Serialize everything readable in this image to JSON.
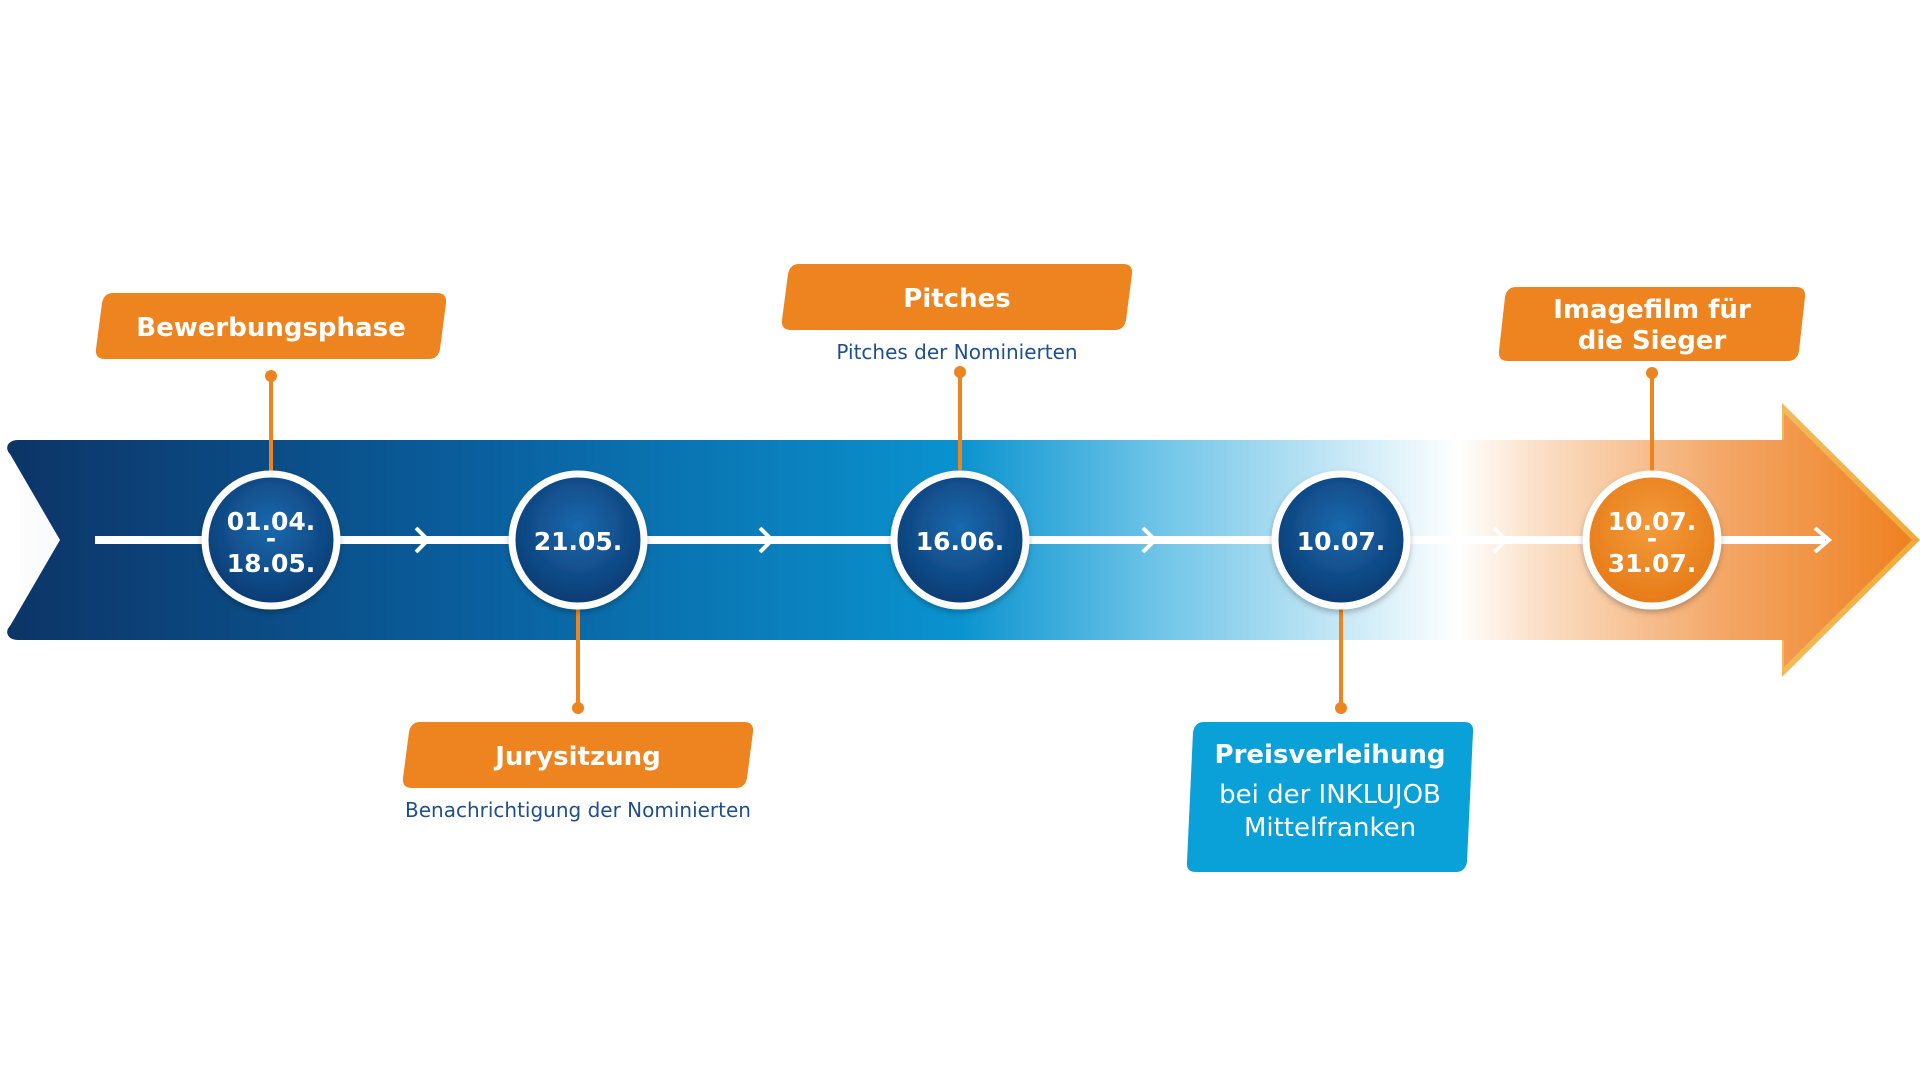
{
  "colors": {
    "navy": "#0d3a6e",
    "blue": "#0a8fce",
    "cyan": "#0aa0d8",
    "orange": "#ee8420",
    "text_blue": "#1f4f8f"
  },
  "milestones": [
    {
      "date_lines": [
        "01.04.",
        "-",
        "18.05."
      ],
      "label_lines": [
        "Bewerbungsphase"
      ],
      "subtitle": "",
      "position": "above",
      "style": "navy"
    },
    {
      "date_lines": [
        "21.05."
      ],
      "label_lines": [
        "Jurysitzung"
      ],
      "subtitle": "Benachrichtigung der Nominierten",
      "position": "below",
      "style": "navy"
    },
    {
      "date_lines": [
        "16.06."
      ],
      "label_lines": [
        "Pitches"
      ],
      "subtitle": "Pitches der Nominierten",
      "position": "above",
      "style": "navy"
    },
    {
      "date_lines": [
        "10.07."
      ],
      "label_lines": [
        "Preisverleihung"
      ],
      "sub_lines": [
        "bei der INKLUJOB",
        "Mittelfranken"
      ],
      "subtitle": "",
      "position": "below",
      "style": "navy",
      "box": "blue"
    },
    {
      "date_lines": [
        "10.07.",
        "-",
        "31.07."
      ],
      "label_lines": [
        "Imagefilm für",
        "die Sieger"
      ],
      "subtitle": "",
      "position": "above",
      "style": "orange"
    }
  ]
}
